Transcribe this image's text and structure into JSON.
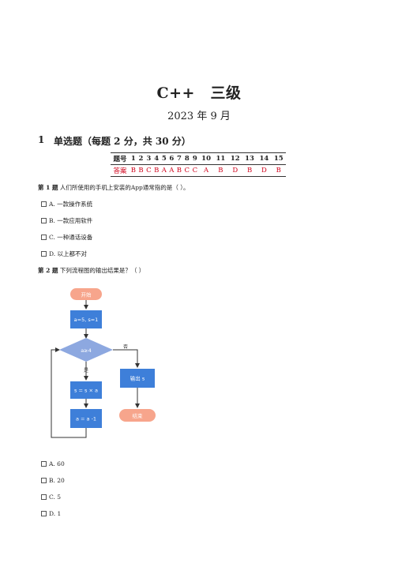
{
  "header": {
    "title": "C++　三级",
    "subtitle": "2023 年 9 月"
  },
  "section": {
    "number": "1",
    "title": "单选题（每题 2 分，共 30 分）"
  },
  "answer_table": {
    "header_label": "题号",
    "numbers": [
      "1",
      "2",
      "3",
      "4",
      "5",
      "6",
      "7",
      "8",
      "9",
      "10",
      "11",
      "12",
      "13",
      "14",
      "15"
    ],
    "answer_label": "答案",
    "answers": [
      "B",
      "B",
      "C",
      "B",
      "A",
      "A",
      "B",
      "C",
      "C",
      "A",
      "B",
      "D",
      "B",
      "D",
      "B"
    ]
  },
  "q1": {
    "label": "第 1 题",
    "text": "人们所使用的手机上安装的App通常指的是（ ）。",
    "options": [
      "A. 一款操作系统",
      "B. 一款应用软件",
      "C. 一种通话设备",
      "D. 以上都不对"
    ]
  },
  "q2": {
    "label": "第 2 题",
    "text": "下列流程图的输出结果是？（ ）",
    "flow": {
      "start": "开始",
      "init": "a=5, s=1",
      "cond": "a≥4",
      "yes": "是",
      "no": "否",
      "mult": "s = s × a",
      "dec": "a = a -1",
      "output": "输出 s",
      "end": "结束"
    },
    "options": [
      "A. 60",
      "B. 20",
      "C. 5",
      "D. 1"
    ]
  }
}
